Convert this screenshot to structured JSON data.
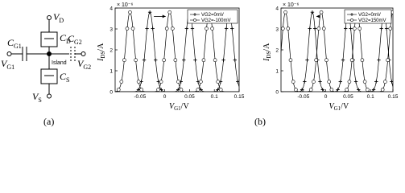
{
  "circuit": {
    "vd": "V",
    "vd_sub": "D",
    "cd": "C",
    "cd_sub": "D",
    "cg1": "C",
    "cg1_sub": "G1",
    "cg2": "C",
    "cg2_sub": "G2",
    "vg1": "V",
    "vg1_sub": "G1",
    "vg2": "V",
    "vg2_sub": "G2",
    "island": "Island",
    "cs": "C",
    "cs_sub": "S",
    "vs": "V",
    "vs_sub": "S"
  },
  "captions": {
    "a": "(a)",
    "b": "(b)"
  },
  "chart_data": [
    {
      "type": "line",
      "multiplier": "× 10⁻⁶",
      "ylabel": "I_DS/A",
      "xlabel": "V_G1/V",
      "xlim": [
        -0.1,
        0.15
      ],
      "ylim": [
        0,
        4
      ],
      "xticks": [
        "-0.05",
        "0",
        "0.05",
        "0.1",
        "0.15"
      ],
      "xtick_values": [
        -0.05,
        0,
        0.05,
        0.1,
        0.15
      ],
      "yticks": [
        "0",
        "1",
        "2",
        "3",
        "4"
      ],
      "ytick_values": [
        0,
        1,
        2,
        3,
        4
      ],
      "period": 0.08,
      "amplitude": 3.8,
      "width": 0.012,
      "arrow": "right",
      "legend_position": "top-right",
      "series": [
        {
          "name": "VG2=0mV",
          "marker": "plus",
          "peaks": [
            -0.03,
            0.05,
            0.13
          ]
        },
        {
          "name": "VG2=-100mV",
          "marker": "circle",
          "peaks": [
            -0.07,
            0.01,
            0.09
          ]
        }
      ]
    },
    {
      "type": "line",
      "multiplier": "× 10⁻⁶",
      "ylabel": "I_DS/A",
      "xlabel": "V_G1/V",
      "xlim": [
        -0.1,
        0.15
      ],
      "ylim": [
        0,
        4
      ],
      "xticks": [
        "-0.05",
        "0",
        "0.05",
        "0.1",
        "0.15"
      ],
      "xtick_values": [
        -0.05,
        0,
        0.05,
        0.1,
        0.15
      ],
      "yticks": [
        "0",
        "1",
        "2",
        "3",
        "4"
      ],
      "ytick_values": [
        0,
        1,
        2,
        3,
        4
      ],
      "period": 0.08,
      "amplitude": 3.8,
      "width": 0.012,
      "arrow": "left",
      "legend_position": "top-right",
      "series": [
        {
          "name": "VG2=0mV",
          "marker": "plus",
          "peaks": [
            -0.03,
            0.05,
            0.13
          ]
        },
        {
          "name": "VG2=150mV",
          "marker": "circle",
          "peaks": [
            -0.09,
            -0.01,
            0.07,
            0.15
          ]
        }
      ]
    }
  ]
}
